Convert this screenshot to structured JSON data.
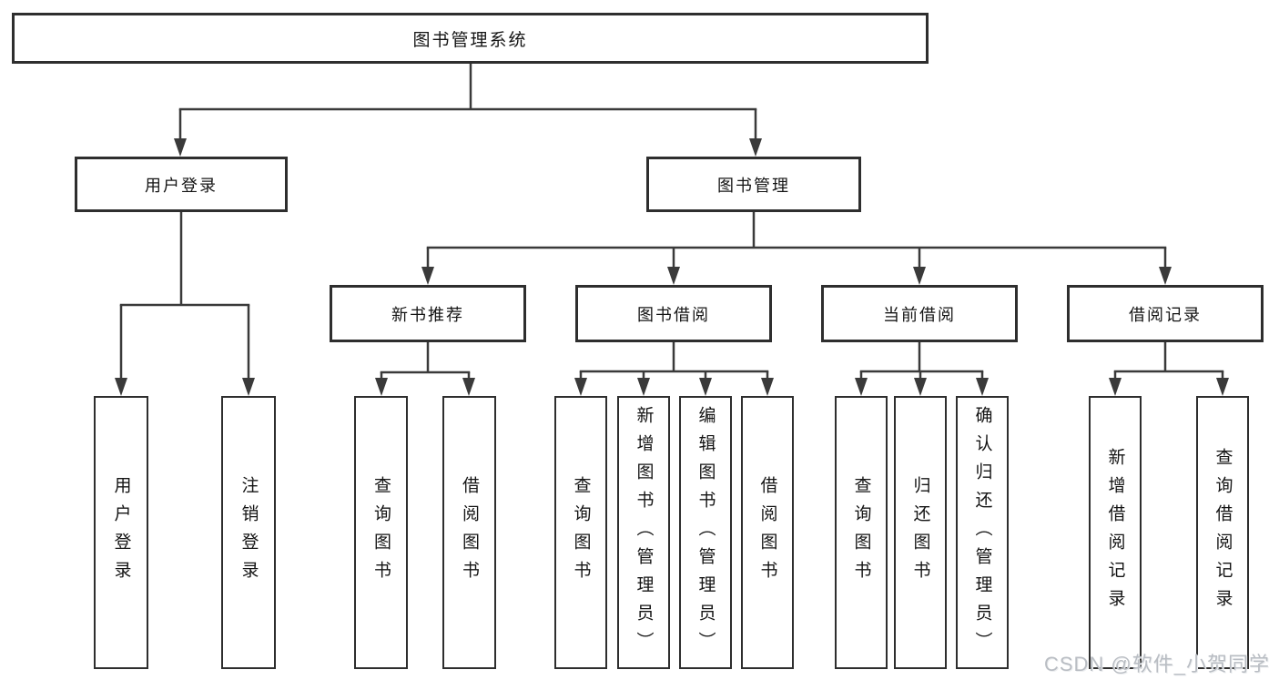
{
  "tree": {
    "root": {
      "label": "图书管理系统"
    },
    "branches": [
      {
        "label": "用户登录",
        "children": [
          {
            "label": "用户登录"
          },
          {
            "label": "注销登录"
          }
        ]
      },
      {
        "label": "图书管理",
        "children": [
          {
            "label": "新书推荐",
            "children": [
              {
                "label": "查询图书"
              },
              {
                "label": "借阅图书"
              }
            ]
          },
          {
            "label": "图书借阅",
            "children": [
              {
                "label": "查询图书"
              },
              {
                "label": "新增图书（管理员）"
              },
              {
                "label": "编辑图书（管理员）"
              },
              {
                "label": "借阅图书"
              }
            ]
          },
          {
            "label": "当前借阅",
            "children": [
              {
                "label": "查询图书"
              },
              {
                "label": "归还图书"
              },
              {
                "label": "确认归还（管理员）"
              }
            ]
          },
          {
            "label": "借阅记录",
            "children": [
              {
                "label": "新增借阅记录"
              },
              {
                "label": "查询借阅记录"
              }
            ]
          }
        ]
      }
    ]
  },
  "watermark": {
    "text": "CSDN @软件_小贺同学"
  },
  "colors": {
    "background": "#ffffff",
    "line": "#3a3a3a",
    "box_border": "#2e2e2e",
    "text": "#141414",
    "watermark": "#b9bdc3"
  }
}
